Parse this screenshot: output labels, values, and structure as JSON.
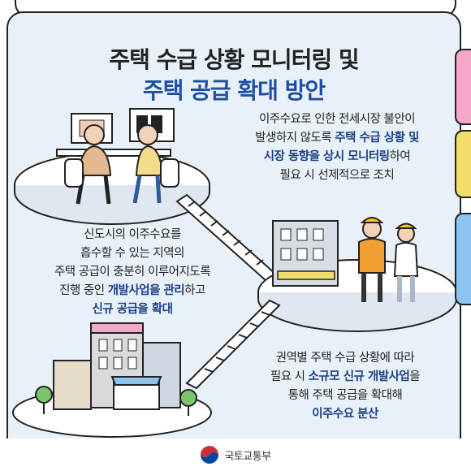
{
  "title": {
    "line1": "주택 수급 상황 모니터링 및",
    "line2": "주택 공급 확대 방안"
  },
  "section1": {
    "lines": [
      [
        "이주수요로 인한 전세시장 불안이",
        ""
      ],
      [
        "발생하지 않도록 ",
        "주택 수급 상황 및"
      ],
      [
        "",
        "시장 동향을 상시 모니터링",
        "하여"
      ],
      [
        "필요 시 선제적으로 조치",
        ""
      ]
    ],
    "l1": "이주수요로 인한 전세시장 불안이",
    "l2a": "발생하지 않도록 ",
    "l2b": "주택 수급 상황 및",
    "l3a": "시장 동향을 상시 모니터링",
    "l3b": "하여",
    "l4": "필요 시 선제적으로 조치"
  },
  "section2": {
    "l1": "신도시의 이주수요를",
    "l2": "흡수할 수 있는 지역의",
    "l3": "주택 공급이 충분히 이루어지도록",
    "l4a": "진행 중인 ",
    "l4b": "개발사업을 관리",
    "l4c": "하고",
    "l5": "신규 공급을 확대"
  },
  "section3": {
    "l1": "권역별 주택 수급 상황에 따라",
    "l2a": "필요 시 ",
    "l2b": "소규모 신규 개발사업",
    "l2c": "을",
    "l3": "통해 주택 공급을 확대해",
    "l4": "이주수요 분산"
  },
  "footer": {
    "ministry": "국토교통부"
  },
  "colors": {
    "background": "#e9f1f8",
    "highlight_text": "#1c3f88",
    "title_blue": "#1d4fa6",
    "tab_pink": "#f5a6c9",
    "tab_yellow": "#f3dd6a",
    "tab_blue": "#8cc3ef"
  }
}
